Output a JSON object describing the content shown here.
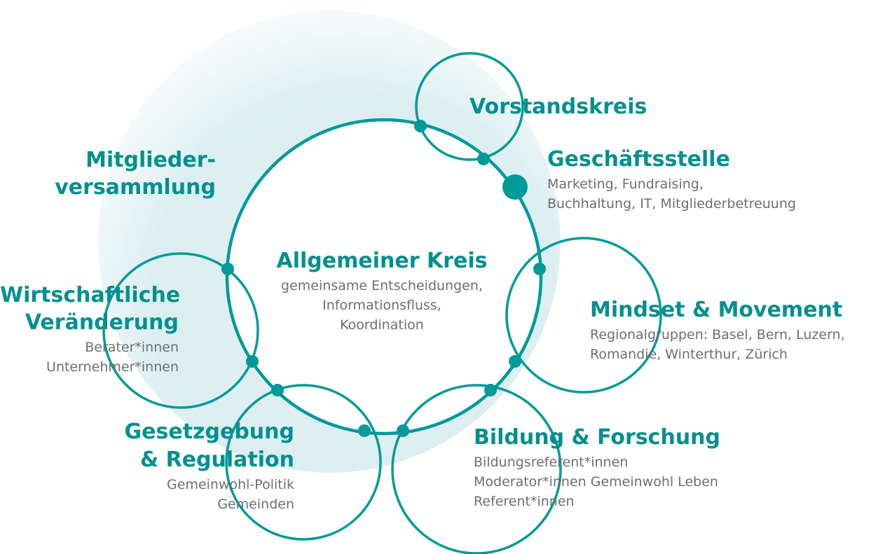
{
  "colors": {
    "accent": "#009a99",
    "title": "#00908f",
    "subtext": "#6e6e6e",
    "halo": "#d7ecee"
  },
  "center": {
    "title": "Allgemeiner Kreis",
    "lines": [
      "gemeinsame Entscheidungen,",
      "Informationsfluss,",
      "Koordination"
    ]
  },
  "mitglieder": {
    "title_lines": [
      "Mitglieder-",
      "versammlung"
    ]
  },
  "vorstand": {
    "title": "Vorstandskreis"
  },
  "geschaeft": {
    "title": "Geschäftsstelle",
    "lines": [
      "Marketing, Fundraising,",
      "Buchhaltung, IT, Mitgliederbetreuung"
    ]
  },
  "mindset": {
    "title": "Mindset & Movement",
    "lines": [
      "Regionalgruppen: Basel, Bern, Luzern,",
      "Romandie, Winterthur, Zürich"
    ]
  },
  "bildung": {
    "title": "Bildung & Forschung",
    "lines": [
      "Bildungsreferent*innen",
      "Moderator*innen Gemeinwohl Leben",
      "Referent*innen"
    ]
  },
  "gesetz": {
    "title_lines": [
      "Gesetzgebung",
      "& Regulation"
    ],
    "lines": [
      "Gemeinwohl-Politik",
      "Gemeinden"
    ]
  },
  "wirtschaft": {
    "title_lines": [
      "Wirtschaftliche",
      "Veränderung"
    ],
    "lines": [
      "Berater*innen",
      "Unternehmer*innen"
    ]
  }
}
